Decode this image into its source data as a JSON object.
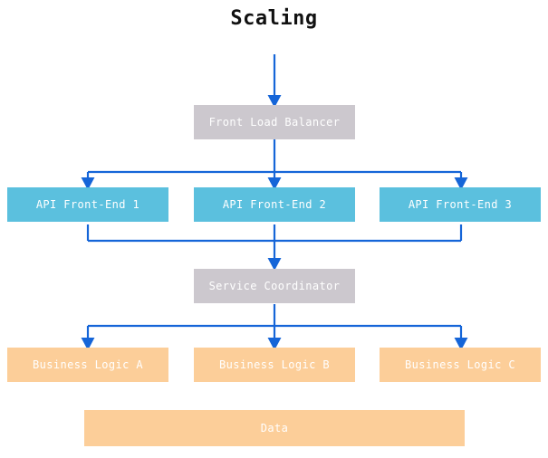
{
  "title": "Scaling",
  "colors": {
    "background": "#ffffff",
    "title_text": "#111111",
    "node_gray": "#ccc8ce",
    "node_blue": "#5bc0de",
    "node_orange": "#fcce99",
    "node_label": "#ffffff",
    "edge": "#1565d8"
  },
  "nodes": {
    "front_load_balancer": {
      "label": "Front Load Balancer",
      "style": "gray"
    },
    "api_front_end_1": {
      "label": "API Front-End 1",
      "style": "blue"
    },
    "api_front_end_2": {
      "label": "API Front-End 2",
      "style": "blue"
    },
    "api_front_end_3": {
      "label": "API Front-End 3",
      "style": "blue"
    },
    "service_coordinator": {
      "label": "Service Coordinator",
      "style": "gray"
    },
    "business_logic_a": {
      "label": "Business Logic A",
      "style": "orange"
    },
    "business_logic_b": {
      "label": "Business Logic B",
      "style": "orange"
    },
    "business_logic_c": {
      "label": "Business Logic C",
      "style": "orange"
    },
    "data": {
      "label": "Data",
      "style": "orange"
    }
  },
  "edges": [
    {
      "from": "entry",
      "to": "front_load_balancer",
      "arrow": true
    },
    {
      "from": "front_load_balancer",
      "to": "api_front_end_1",
      "arrow": true
    },
    {
      "from": "front_load_balancer",
      "to": "api_front_end_2",
      "arrow": true
    },
    {
      "from": "front_load_balancer",
      "to": "api_front_end_3",
      "arrow": true
    },
    {
      "from": "api_front_end_1",
      "to": "service_coordinator",
      "arrow": true
    },
    {
      "from": "api_front_end_2",
      "to": "service_coordinator",
      "arrow": true
    },
    {
      "from": "api_front_end_3",
      "to": "service_coordinator",
      "arrow": true
    },
    {
      "from": "service_coordinator",
      "to": "business_logic_a",
      "arrow": true
    },
    {
      "from": "service_coordinator",
      "to": "business_logic_b",
      "arrow": true
    },
    {
      "from": "service_coordinator",
      "to": "business_logic_c",
      "arrow": true
    }
  ]
}
